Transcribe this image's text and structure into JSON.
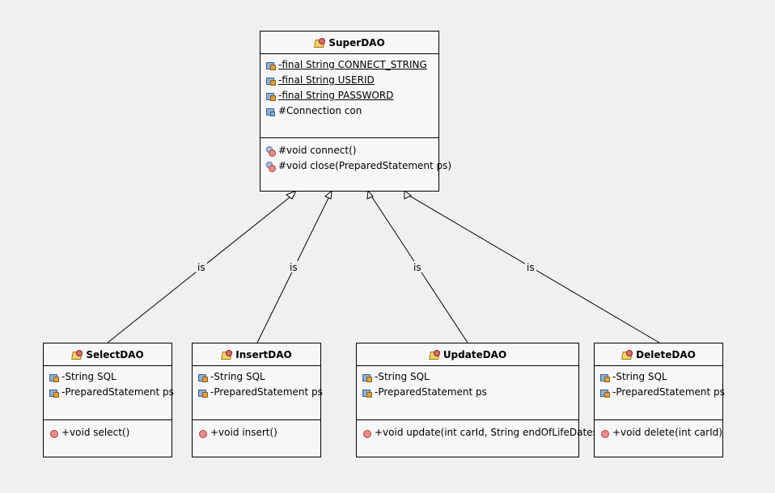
{
  "edge_label": "is",
  "classes": {
    "superdao": {
      "name": "SuperDAO",
      "attributes": [
        {
          "text": "-final String CONNECT_STRING",
          "underline": true
        },
        {
          "text": "-final String USERID",
          "underline": true
        },
        {
          "text": "-final String PASSWORD",
          "underline": true
        },
        {
          "text": "#Connection con",
          "underline": false
        }
      ],
      "operations": [
        {
          "text": "#void connect()"
        },
        {
          "text": "#void close(PreparedStatement ps)"
        }
      ]
    },
    "selectdao": {
      "name": "SelectDAO",
      "attributes": [
        "-String SQL",
        "-PreparedStatement ps"
      ],
      "operations": [
        "+void select()"
      ]
    },
    "insertdao": {
      "name": "InsertDAO",
      "attributes": [
        "-String SQL",
        "-PreparedStatement ps"
      ],
      "operations": [
        "+void insert()"
      ]
    },
    "updatedao": {
      "name": "UpdateDAO",
      "attributes": [
        "-String SQL",
        "-PreparedStatement ps"
      ],
      "operations": [
        "+void update(int carId, String endOfLifeDates)"
      ]
    },
    "deletedao": {
      "name": "DeleteDAO",
      "attributes": [
        "-String SQL",
        "-PreparedStatement ps"
      ],
      "operations": [
        "+void delete(int carId)"
      ]
    }
  }
}
